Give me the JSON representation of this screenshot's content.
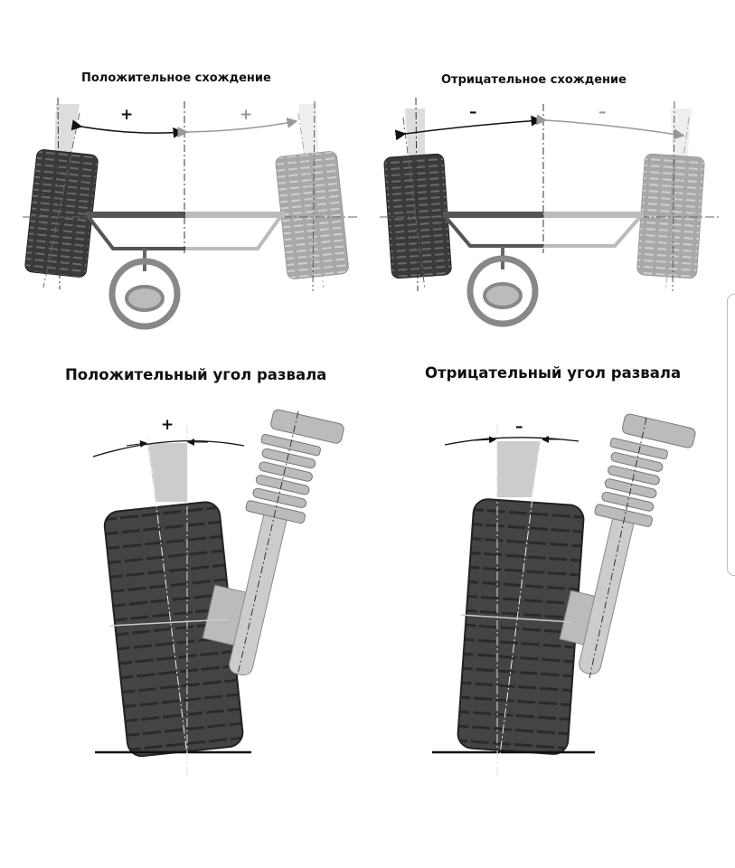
{
  "panels": {
    "positive_toe": {
      "title": "Положительное схождение",
      "sign_left": "+",
      "sign_right": "+"
    },
    "negative_toe": {
      "title": "Отрицательное схождение",
      "sign_left": "–",
      "sign_right": "–"
    },
    "positive_camber": {
      "title": "Положительный угол развала",
      "sign": "+"
    },
    "negative_camber": {
      "title": "Отрицательный угол развала",
      "sign": "–"
    }
  }
}
